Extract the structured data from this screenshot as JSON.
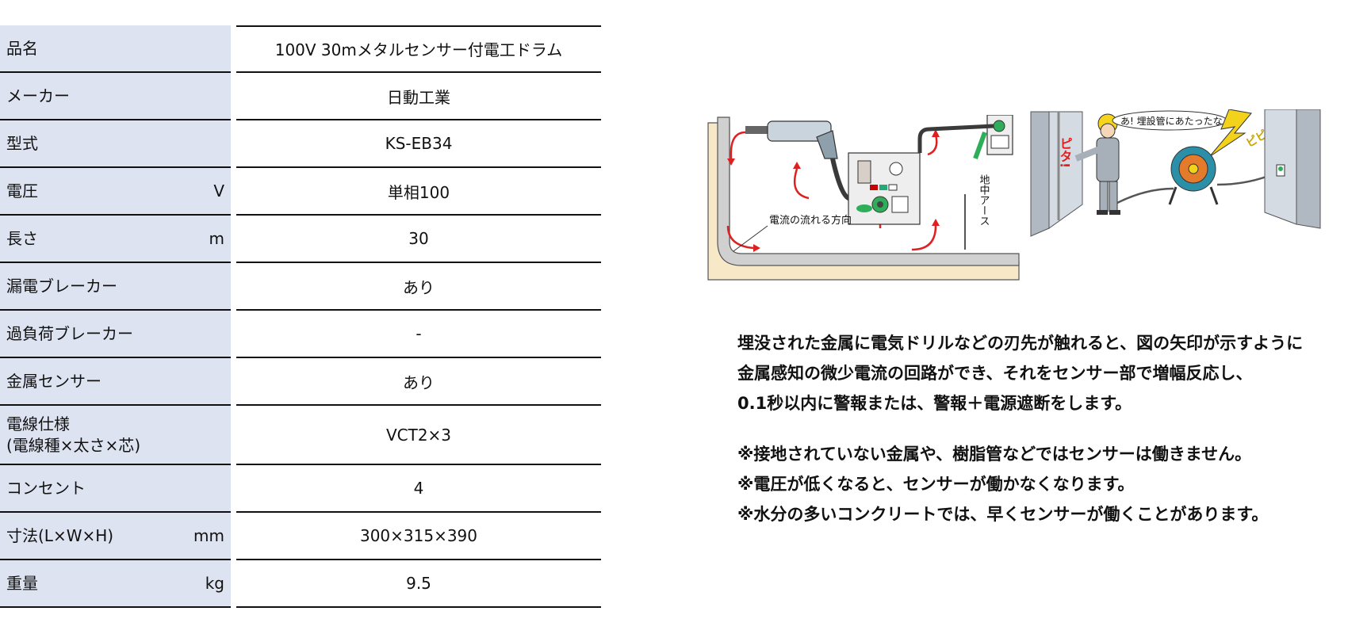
{
  "spec_table": [
    {
      "label": "品名",
      "unit": "",
      "value": "100V 30mメタルセンサー付電工ドラム"
    },
    {
      "label": "メーカー",
      "unit": "",
      "value": "日動工業"
    },
    {
      "label": "型式",
      "unit": "",
      "value": "KS-EB34"
    },
    {
      "label": "電圧",
      "unit": "V",
      "value": "単相100"
    },
    {
      "label": "長さ",
      "unit": "m",
      "value": "30"
    },
    {
      "label": "漏電ブレーカー",
      "unit": "",
      "value": "あり"
    },
    {
      "label": "過負荷ブレーカー",
      "unit": "",
      "value": "-"
    },
    {
      "label": "金属センサー",
      "unit": "",
      "value": "あり"
    },
    {
      "label": "電線仕様\n(電線種×太さ×芯)",
      "unit": "",
      "value": "VCT2×3"
    },
    {
      "label": "コンセント",
      "unit": "",
      "value": "4"
    },
    {
      "label": "寸法(L×W×H)",
      "unit": "mm",
      "value": "300×315×390"
    },
    {
      "label": "重量",
      "unit": "kg",
      "value": "9.5"
    }
  ],
  "diagram": {
    "current_direction_label": "電流の流れる方向",
    "ground_label": "地中アース",
    "worker_speech": "あ! 埋設管にあたったな",
    "sound_effect": "ピピーピー",
    "sound_effect_left": "ピタ!",
    "colors": {
      "arrow": "#e02020",
      "drill_cord": "#3a3a3a",
      "plug": "#2fae5a",
      "wall": "#f7e8c8",
      "sensor_beam": "#f2d21a"
    }
  },
  "description": {
    "lines": [
      "埋没された金属に電気ドリルなどの刃先が触れると、図の矢印が示すように",
      "金属感知の微少電流の回路ができ、それをセンサー部で増幅反応し、",
      "0.1秒以内に警報または、警報＋電源遮断をします。"
    ],
    "notes": [
      "※接地されていない金属や、樹脂管などではセンサーは働きません。",
      "※電圧が低くなると、センサーが働かなくなります。",
      "※水分の多いコンクリートでは、早くセンサーが働くことがあります。"
    ]
  }
}
